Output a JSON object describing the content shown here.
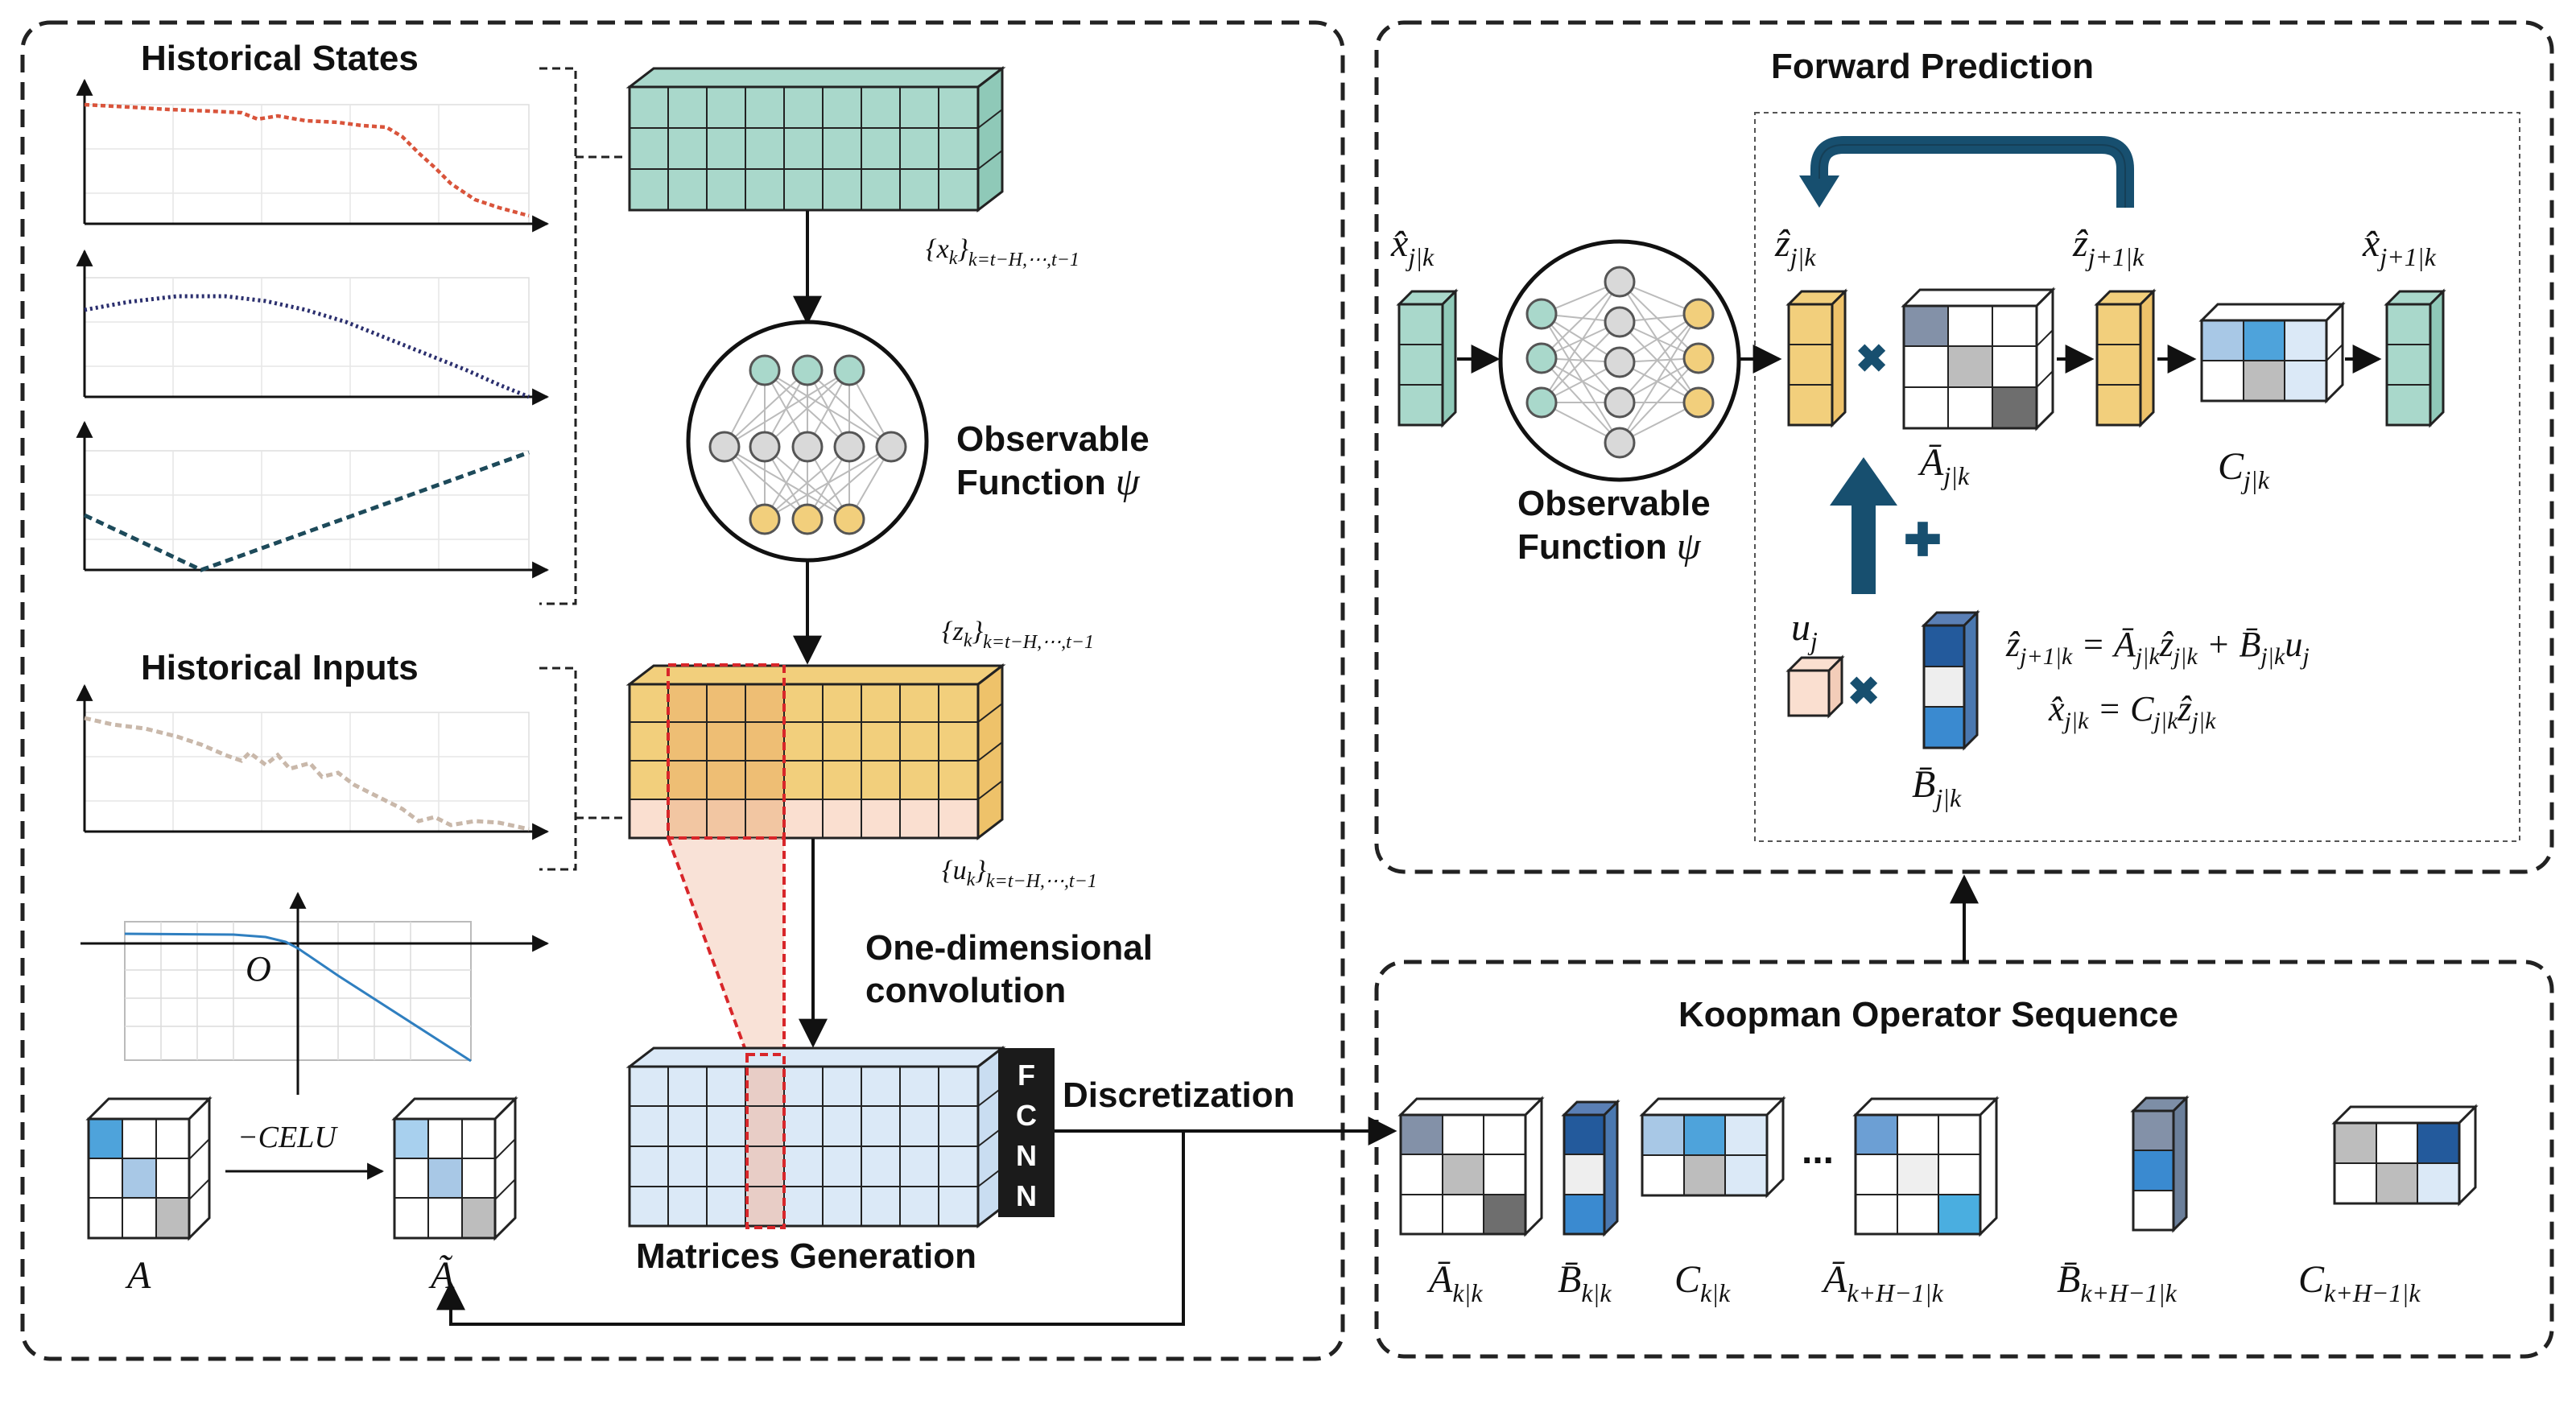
{
  "labels": {
    "historical_states": "Historical States",
    "historical_inputs": "Historical Inputs",
    "observable_function_line1": "Observable",
    "observable_function_line2": "Function",
    "psi": "ψ",
    "one_dim_conv_line1": "One-dimensional",
    "one_dim_conv_line2": "convolution",
    "matrices_generation": "Matrices Generation",
    "discretization": "Discretization",
    "fcnn": [
      "F",
      "C",
      "N",
      "N"
    ],
    "celu": "−CELU",
    "origin": "O",
    "forward_prediction": "Forward Prediction",
    "koopman_sequence": "Koopman Operator Sequence",
    "ellipsis": "..."
  },
  "math": {
    "x_seq": "{x",
    "x_seq_sub": "k",
    "x_seq_tail": "}",
    "x_seq_range": "k=t−H,⋯,t−1",
    "z_seq": "{z",
    "z_seq_sub": "k",
    "z_seq_tail": "}",
    "z_seq_range": "k=t−H,⋯,t−1",
    "u_seq": "{u",
    "u_seq_sub": "k",
    "u_seq_tail": "}",
    "u_seq_range": "k=t−H,⋯,t−1",
    "A": "A",
    "A_tilde": "Ã",
    "x_hat_jk": "x̂",
    "x_hat_jk_sub": "j|k",
    "z_hat_jk": "ẑ",
    "z_hat_jk_sub": "j|k",
    "z_hat_j1k": "ẑ",
    "z_hat_j1k_sub": "j+1|k",
    "x_hat_j1k": "x̂",
    "x_hat_j1k_sub": "j+1|k",
    "A_bar_jk": "Ā",
    "A_bar_jk_sub": "j|k",
    "C_jk": "C",
    "C_jk_sub": "j|k",
    "u_j": "u",
    "u_j_sub": "j",
    "B_bar_jk": "B̄",
    "B_bar_jk_sub": "j|k",
    "eq1": "ẑ_{j+1|k} = Ā_{j|k} ẑ_{j|k} + B̄_{j|k} u_j",
    "eq2": "x̂_{j|k} = C_{j|k} ẑ_{j|k}",
    "seq_A_kk": "Ā",
    "seq_A_kk_sub": "k|k",
    "seq_B_kk": "B̄",
    "seq_B_kk_sub": "k|k",
    "seq_C_kk": "C",
    "seq_C_kk_sub": "k|k",
    "seq_A_kH": "Ā",
    "seq_A_kH_sub": "k+H−1|k",
    "seq_B_kH": "B̄",
    "seq_B_kH_sub": "k+H−1|k",
    "seq_C_kH": "C",
    "seq_C_kH_sub": "k+H−1|k"
  },
  "colors": {
    "state_green": "#a9d8cb",
    "latent_yellow": "#f2cf7c",
    "input_peach": "#fadfd0",
    "matrix_blue": "#dbe9f7",
    "dark_arrow": "#174f6f",
    "plot_red": "#d9543b",
    "plot_navy": "#2b2f6e",
    "plot_teal": "#1d4a5a",
    "plot_tan": "#c9b8aa",
    "conv_red": "#d8262a",
    "celu_blue": "#2f7fc0"
  }
}
